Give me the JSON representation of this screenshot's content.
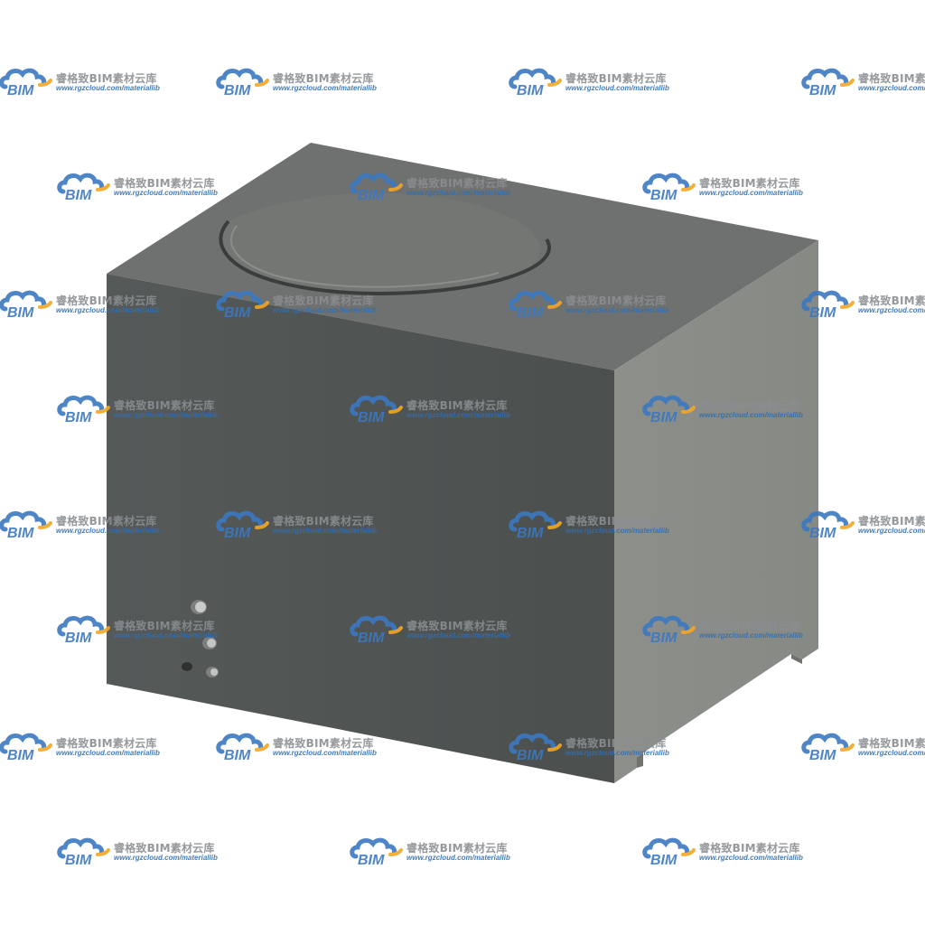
{
  "watermark": {
    "logo_text": "BIM",
    "title": "睿格致BIM素材云库",
    "url": "www.rgzcloud.com/materiallib",
    "logo_color": "#3b78c2",
    "accent_color": "#f5a623"
  },
  "scene": {
    "object": "tank-box",
    "colors": {
      "front": "#4f5352",
      "top": "#6e716f",
      "side": "#8b8e89",
      "background": "#ffffff"
    }
  }
}
